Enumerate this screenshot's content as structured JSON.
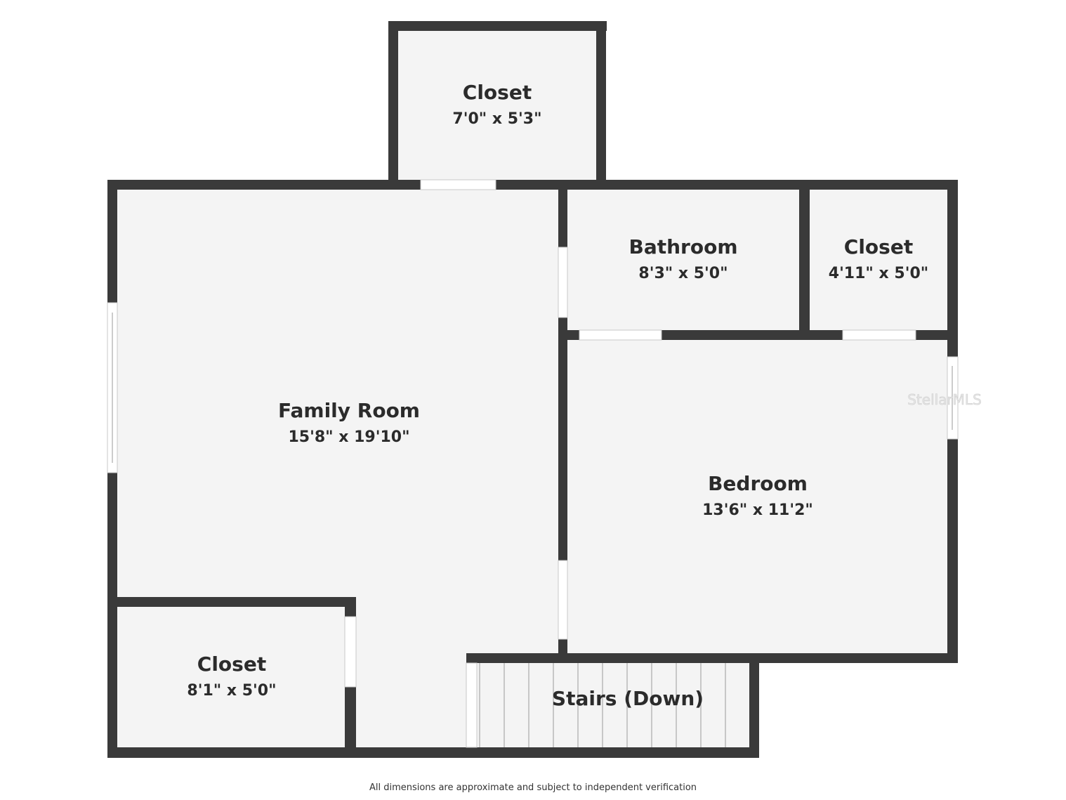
{
  "rooms": {
    "closet_top": {
      "name": "Closet",
      "dims": "7'0\" x 5'3\""
    },
    "bathroom": {
      "name": "Bathroom",
      "dims": "8'3\" x 5'0\""
    },
    "closet_right": {
      "name": "Closet",
      "dims": "4'11\" x 5'0\""
    },
    "family_room": {
      "name": "Family Room",
      "dims": "15'8\" x 19'10\""
    },
    "bedroom": {
      "name": "Bedroom",
      "dims": "13'6\" x 11'2\""
    },
    "closet_bottom": {
      "name": "Closet",
      "dims": "8'1\" x 5'0\""
    },
    "stairs": {
      "name": "Stairs (Down)"
    }
  },
  "watermark": "StellarMLS",
  "disclaimer": "All dimensions are approximate and subject to independent verification",
  "colors": {
    "wall": "#3a3a3a",
    "floor": "#f4f4f4",
    "opening": "#ffffff"
  }
}
